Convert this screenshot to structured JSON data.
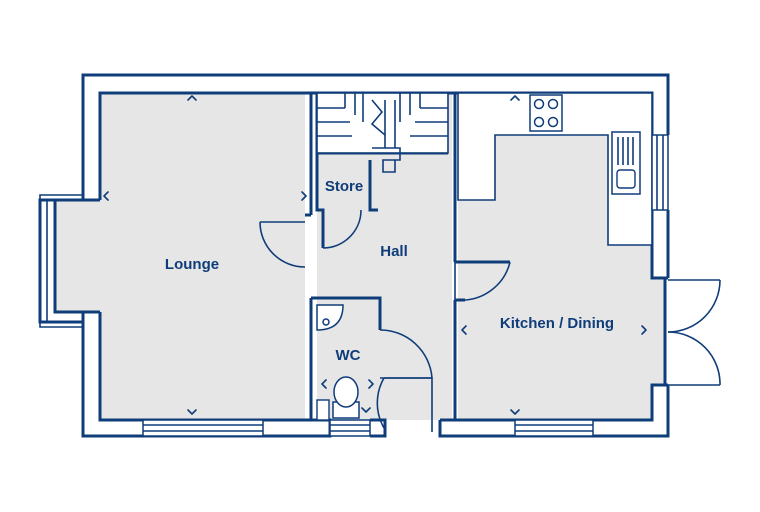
{
  "plan": {
    "rooms": {
      "lounge": "Lounge",
      "store": "Store",
      "hall": "Hall",
      "wc": "WC",
      "kitchen": "Kitchen / Dining"
    }
  },
  "colors": {
    "wall": "#0f3d7a",
    "floor": "#e6e6e6",
    "background": "#ffffff"
  }
}
